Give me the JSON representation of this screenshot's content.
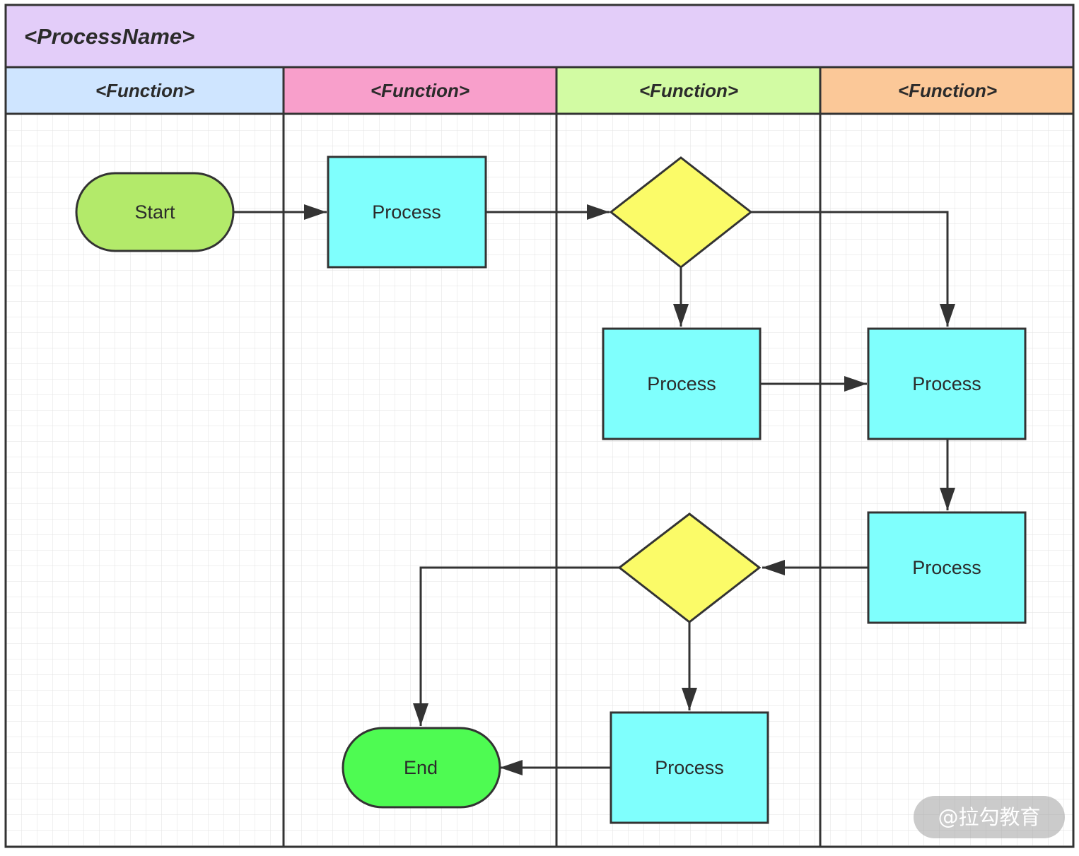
{
  "diagram": {
    "title": "<ProcessName>",
    "lanes": [
      {
        "label": "<Function>",
        "color": "#cfe5ff"
      },
      {
        "label": "<Function>",
        "color": "#f89fcb"
      },
      {
        "label": "<Function>",
        "color": "#d2fba3"
      },
      {
        "label": "<Function>",
        "color": "#fbc898"
      }
    ],
    "title_color": "#e3cdf9",
    "nodes": {
      "start": {
        "label": "Start",
        "color": "#b3ea6a"
      },
      "process_1": {
        "label": "Process",
        "color": "#7ffffd"
      },
      "decision_1": {
        "label": "",
        "color": "#fbfb68"
      },
      "process_2": {
        "label": "Process",
        "color": "#7ffffd"
      },
      "process_3": {
        "label": "Process",
        "color": "#7ffffd"
      },
      "process_4": {
        "label": "Process",
        "color": "#7ffffd"
      },
      "decision_2": {
        "label": "",
        "color": "#fbfb68"
      },
      "process_5": {
        "label": "Process",
        "color": "#7ffffd"
      },
      "end": {
        "label": "End",
        "color": "#4efb52"
      }
    }
  },
  "watermark": "@拉勾教育"
}
